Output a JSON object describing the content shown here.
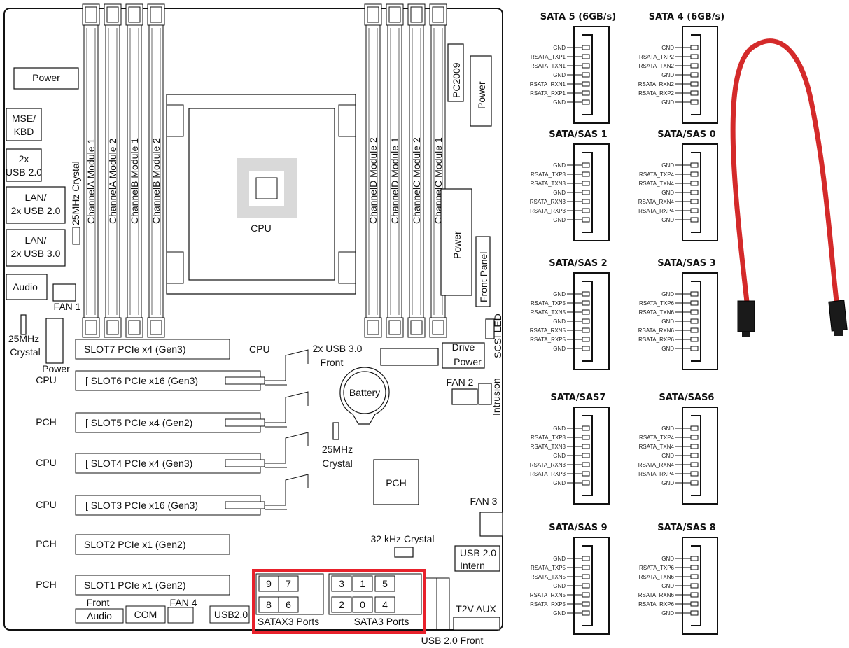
{
  "board": {
    "left_labels": [
      "Power",
      "MSE/",
      "KBD",
      "2x",
      "USB 2.0",
      "LAN/",
      "2x USB 2.0",
      "LAN/",
      "2x USB 3.0",
      "Audio",
      "FAN 1",
      "25MHz",
      "Crystal",
      "Power"
    ],
    "crystal_vertical": "25MHz Crystal",
    "dimm_left": [
      "ChannelA Module 1",
      "ChannelA Module 2",
      "ChannelB Module 1",
      "ChannelB Module 2"
    ],
    "dimm_right": [
      "ChannelD Module 2",
      "ChannelD Module 1",
      "ChannelC Module 2",
      "ChannelC Module 1"
    ],
    "cpu_label": "CPU",
    "pc2009": "PC2009",
    "power_top": "Power",
    "power_mid": "Power",
    "front_panel": "Front Panel",
    "scsi_led": "SCSI LED",
    "drive_power": [
      "Drive",
      "Power"
    ],
    "fan2": "FAN 2",
    "intrusion": "Intrusion",
    "usb30_front": [
      "2x USB 3.0",
      "Front"
    ],
    "battery": "Battery",
    "crystal_mid": [
      "25MHz",
      "Crystal"
    ],
    "pch_chip": "PCH",
    "fan3": "FAN 3",
    "crystal_32k": "32 kHz Crystal",
    "usb20_intern": [
      "USB 2.0",
      "Intern"
    ],
    "t2v_aux": "T2V AUX",
    "usb20_front_bottom": "USB 2.0 Front",
    "slots": [
      {
        "owner": "CPU",
        "label": "SLOT7 PCIe x4 (Gen3)"
      },
      {
        "owner": "CPU",
        "label": "SLOT6 PCIe x16 (Gen3)"
      },
      {
        "owner": "PCH",
        "label": "SLOT5 PCIe x4 (Gen2)"
      },
      {
        "owner": "CPU",
        "label": "SLOT4 PCIe x4 (Gen3)"
      },
      {
        "owner": "CPU",
        "label": "SLOT3 PCIe x16 (Gen3)"
      },
      {
        "owner": "PCH",
        "label": "SLOT2 PCIe x1 (Gen2)"
      },
      {
        "owner": "PCH",
        "label": "SLOT1 PCIe x1 (Gen2)"
      }
    ],
    "bottom": {
      "front_audio": [
        "Front",
        "Audio"
      ],
      "com": "COM",
      "fan4": "FAN 4",
      "usb20": "USB2.0"
    },
    "sata_ports_top": [
      "9",
      "7",
      "3",
      "1",
      "5"
    ],
    "sata_ports_bottom": [
      "8",
      "6",
      "2",
      "0",
      "4"
    ],
    "satax3_label": "SATAX3 Ports",
    "sata3_label": "SATA3 Ports",
    "highlight_color": "#e8212b"
  },
  "connectors": [
    {
      "title": "SATA 5 (6GB/s)",
      "pins": [
        "GND",
        "RSATA_TXP1",
        "RSATA_TXN1",
        "GND",
        "RSATA_RXN1",
        "RSATA_RXP1",
        "GND"
      ]
    },
    {
      "title": "SATA 4 (6GB/s)",
      "pins": [
        "GND",
        "RSATA_TXP2",
        "RSATA_TXN2",
        "GND",
        "RSATA_RXN2",
        "RSATA_RXP2",
        "GND"
      ]
    },
    {
      "title": "SATA/SAS 1",
      "pins": [
        "GND",
        "RSATA_TXP3",
        "RSATA_TXN3",
        "GND",
        "RSATA_RXN3",
        "RSATA_RXP3",
        "GND"
      ]
    },
    {
      "title": "SATA/SAS 0",
      "pins": [
        "GND",
        "RSATA_TXP4",
        "RSATA_TXN4",
        "GND",
        "RSATA_RXN4",
        "RSATA_RXP4",
        "GND"
      ]
    },
    {
      "title": "SATA/SAS 2",
      "pins": [
        "GND",
        "RSATA_TXP5",
        "RSATA_TXN5",
        "GND",
        "RSATA_RXN5",
        "RSATA_RXP5",
        "GND"
      ]
    },
    {
      "title": "SATA/SAS 3",
      "pins": [
        "GND",
        "RSATA_TXP6",
        "RSATA_TXN6",
        "GND",
        "RSATA_RXN6",
        "RSATA_RXP6",
        "GND"
      ]
    },
    {
      "title": "SATA/SAS7",
      "pins": [
        "GND",
        "RSATA_TXP3",
        "RSATA_TXN3",
        "GND",
        "RSATA_RXN3",
        "RSATA_RXP3",
        "GND"
      ]
    },
    {
      "title": "SATA/SAS6",
      "pins": [
        "GND",
        "RSATA_TXP4",
        "RSATA_TXN4",
        "GND",
        "RSATA_RXN4",
        "RSATA_RXP4",
        "GND"
      ]
    },
    {
      "title": "SATA/SAS 9",
      "pins": [
        "GND",
        "RSATA_TXP5",
        "RSATA_TXN5",
        "GND",
        "RSATA_RXN5",
        "RSATA_RXP5",
        "GND"
      ]
    },
    {
      "title": "SATA/SAS 8",
      "pins": [
        "GND",
        "RSATA_TXP6",
        "RSATA_TXN6",
        "GND",
        "RSATA_RXN6",
        "RSATA_RXP6",
        "GND"
      ]
    }
  ],
  "cable_color": "#d42a2a"
}
